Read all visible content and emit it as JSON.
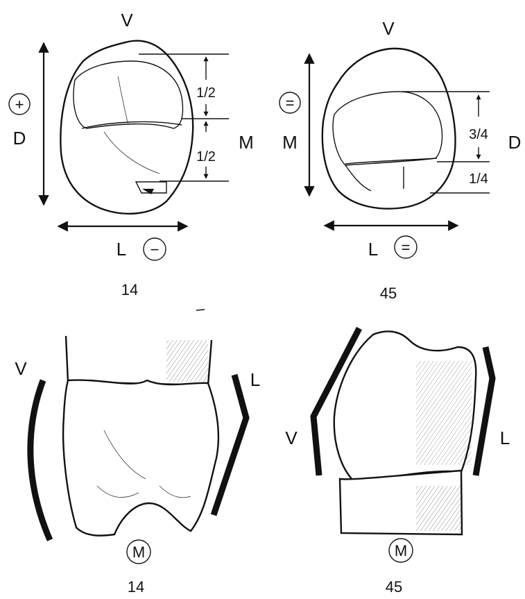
{
  "figure_14_occlusal": {
    "label_top": "V",
    "label_left": "D",
    "label_right": "M",
    "label_bottom": "L",
    "sign_vertical": "+",
    "sign_horizontal": "−",
    "fraction_upper": "1/2",
    "fraction_lower": "1/2",
    "number": "14"
  },
  "figure_45_occlusal": {
    "label_top": "V",
    "label_left": "M",
    "label_right": "D",
    "label_bottom": "L",
    "sign_vertical": "=",
    "sign_horizontal": "=",
    "fraction_upper": "3/4",
    "fraction_lower": "1/4",
    "number": "45"
  },
  "figure_14_proximal": {
    "label_left": "V",
    "label_right": "L",
    "label_bottom": "M",
    "number": "14"
  },
  "figure_45_proximal": {
    "label_left": "V",
    "label_right": "L",
    "label_bottom": "M",
    "number": "45"
  }
}
